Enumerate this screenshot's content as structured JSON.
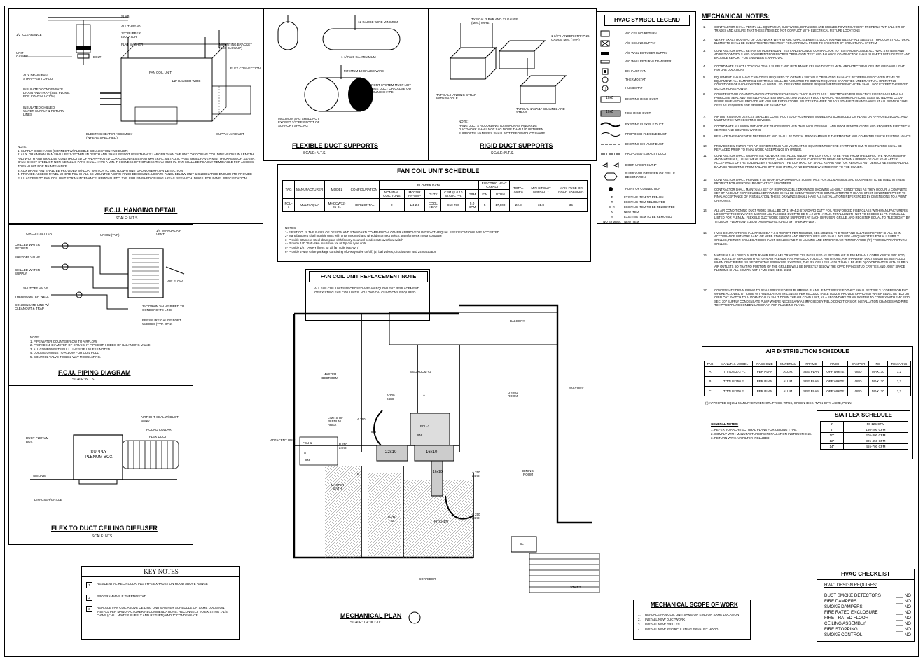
{
  "hanging": {
    "title": "F.C.U. HANGING DETAIL",
    "scale": "SCALE: N.T.S.",
    "labels": [
      "SLAB",
      "ALL THREAD",
      "1/2\" RUBBER ISOLATOR",
      "FLAT WASHER",
      "BOLT",
      "1/2\" CLEARANCE",
      "UNIT CASING",
      "MOUNTING BRACKET (SEE BLOWUP)",
      "FLEX CONNECTION",
      "FAN COIL UNIT",
      "1/2\" HANGER WIRE",
      "AUX DRAIN PAN STRAPPED TO FCU",
      "INSULATED CONDENSATE DRAIN AND TRAP (SEE PLUMB. FOR CONTINUATION)",
      "INSULATED CHILLED WATER SUPPLY & RETURN LINES",
      "ELECTRIC HEATER ASSEMBLY (WHERE SPECIFIED)",
      "SUPPLY AIR DUCT"
    ],
    "notes": "NOTE:\n1. SUPPLY DISCHARGE (CONNECT W/ FLEXIBLE CONNECTION AND DUCT)\n2. AUX. DRAIN PAN. PAN SHALL BE 1-1/2\" MIN. IN DEPTH AND SHALL BE NOT LESS THAN 3\" LARGER THAN THE UNIT OR COILING COIL DIMENSIONS IN LENGTH AND WIDTH AND SHALL BE CONSTRUCTED OF AN APPROVED CORROSION RESISTANT MATERIAL. METALLIC PANS SHALL HAVE A MIN. THICKNESS OF .0276 IN. GALV. SHEET STEEL OR NON-METALLIC PANS SHALL HAVE A MIN. THICKNESS OF NOT LESS THAN .0625 IN. PAN SHALL BE READILY REMOVABLE FOR ACCESS TO FAN UNIT FOR MAINTENANCE.\n3. AUX DRAIN PAN SHALL BE PROVIDED W/FLOAT SWITCH TO SHUTDOWN UNIT UPON OVERFLOW DETECTION.\n4. PROVIDE ACCESS PANEL WHERE FCU SHALL BE MOUNTED ABOVE FINISHED CEILING. LOCATE PANEL BELOW UNIT & SIZED LARGE ENOUGH TO PROVIDE FULL ACCESS TO FAN COIL UNIT FOR MAINTENANCE, REMOVAL ETC. TYP. FOR FINISHED CEILING AREAS. SEE ARCH. DWGS. FOR PANEL SPECIFICATION."
  },
  "flex_supports": {
    "title": "FLEXIBLE DUCT SUPPORTS",
    "scale": "SCALE: N.T.S.",
    "labels": [
      "12 GAUGE WIRE MINIMUM",
      "1-1/2\"x26 GA. MINIMUM",
      "MINIMUM 12 GAUGE WIRE",
      "SUPPORT SYSTEM MUST NOT DAMAGE DUCT OR CAUSE OUT OF ROUND SHAPE.",
      "MAXIMUM SAG SHALL NOT EXCEED 1/2\" PER FOOT OF SUPPORT SPACING"
    ]
  },
  "rigid_supports": {
    "title": "RIGID DUCT SUPPORTS",
    "scale": "SCALE: N.T.S.",
    "labels": [
      "TYPICAL 2 BAR AND 22 GAUGE (MIN.) WIRE",
      "1 1/2\" HANGER STRAP 26 GAUGE MIN. (TYP.)",
      "TYPICAL HANGING STRAP WITH SADDLE",
      "TYPICAL 1\"x2\"x1\" CHANNEL AND STRAP"
    ],
    "note": "NOTE:\nHANG DUCTS ACCORDING TO   SMACNA STANDARDS\nDUCTWORK  SHALL NOT SAG MORE THAN 1/2\" BETWEEN\nSUPPORTS. HANGERS   SHALL NOT DEFORM DUCT SHAPE"
  },
  "legend": {
    "title": "HVAC SYMBOL LEGEND",
    "items": [
      "A/C CEILING RETURN",
      "A/C CEILING SUPPLY",
      "A/C WALL DIFFUSER SUPPLY",
      "A/C WALL RETURN / TRANSFER",
      "EXHAUST FAN",
      "THERMOSTAT",
      "HUMIDSTAT",
      "EXISTING RIGID DUCT",
      "NEW RIGID DUCT",
      "EXISTING FLEXIBLE DUCT",
      "PROPOSED FLEXIBLE DUCT",
      "EXISTING EXHAUST DUCT",
      "PROPOSED EXHAUST DUCT",
      "DOOR UNDER CUT 1\"",
      "SUPPLY AIR DIFFUSER OR GRILLE DESIGNATION",
      "POINT OF CONNECTION"
    ],
    "duct_tags": [
      "10x8",
      "10x8"
    ],
    "codes": [
      {
        "code": "E",
        "desc": "EXISTING ITEM TO REMAIN"
      },
      {
        "code": "R",
        "desc": "EXISTING ITEM RELOCATED"
      },
      {
        "code": "E-R",
        "desc": "EXISTING ITEM TO BE RELOCATED"
      },
      {
        "code": "N",
        "desc": "NEW ITEM"
      },
      {
        "code": "M",
        "desc": "EXISTING ITEM TO BE REMOVED"
      },
      {
        "code": "NO SYMBOL",
        "desc": "NEW ITEM"
      }
    ]
  },
  "mech_notes": {
    "title": "MECHANICAL NOTES:",
    "items": [
      "CONTRACTOR SHALL VERIFY ALL EQUIPMENT, DUCTWORK, DIFFUSERS AND GRILLES TO WORK AND FIT PROPERLY WITH ALL OTHER TRADES AND ASSURE THAT THESE ITEMS DO NOT CONFLICT WITH ELECTRICAL FIXTURE LOCATIONS",
      "VERIFY EXACT ROUTING OF DUCTWORK WITH STRUCTURAL ELEMENTS. LOCATION AND SIZE OF ALL SLEEVES THROUGH STRUCTURAL ELEMENTS SHALL BE SUBMITTED TO ARCHITECT FOR APPROVAL PRIOR TO ERECTION OF STRUCTURAL SYSTEM",
      "CONTRACTOR SHALL RETAIN AN INDEPENDENT TEST AND BALANCE CONTRACTOR TO TEST AND BALANCE ALL HVAC SYSTEMS AND ADJUST CONTROLS AND EQUIPMENT FOR PROPER OPERATION. TEST AND BALANCE CONTRACTOR SHALL SUBMIT 3 SETS OF TEST AND BALANCE REPORT FOR ENGINEER'S APPROVAL",
      "COORDINATE EXACT LOCATION OF ALL SUPPLY AND RETURN AIR CEILING DEVICES WITH ARCHITECTURAL CEILING GRID AND LIGHT FIXTURE LOCATIONS",
      "EQUIPMENT SHALL HAVE CAPACITIES REQUIRED TO OBTAIN A SUITABLE OPERATING BALANCE BETWEEN ASSOCIATED ITEMS OF EQUIPMENT. ALL DAMPERS & CONTROLS SHALL BE ADJUSTED TO OBTAIN REQUIRED CAPACITIES UNDER ACTUAL OPERATING CONDITIONS OF EACH SYSTEMS AS INSTALLED. OPERATING POWER REQUIREMENTS FOR EACH ITEM SHALL NOT EXCEED THE RATED MOTOR HORSEPOWER",
      "CONSTRUCT AIR CONDITIONING DUCTWORK FROM 1 INCH THICK R-4.2 CLASS 1 DUCTBOARD PER SMACNA'S FIBERGLASS MANUAL. FABRICATE SEAL AND INSTALL PER LATEST SMACNA LOW VELOCITY DUCT MANUAL RECOMMENDATIONS. SIZES NOTED ARE CLEAR INSIDE DIMENSIONS. PROVIDE AIR VOLUME EXTRACTORS, SPLITTER DAMPER OR ADJUSTABLE TURNING VANES AT ALL BRANCH TAKE-OFFS AS REQUIRED FOR PROPER AIR BALANCING.",
      "AIR DISTRIBUTION DEVICES SHALL BE CONSTRUCTED OF ALUMINUM. MODELS AS SCHEDULED ON PLANS OR APPROVED EQUAL. AND MUST MATCH WITH EXISTING DEVICES.",
      "COORDINATE ALL WORK WITH OTHER TRADES INVOLVED. THIS INCLUDES WALL AND ROOF PENETRATIONS AND REQUIRED ELECTRICAL SERVICE AND CONTROL WIRING",
      "REPLACE THERMOSTAT IF NECESSARY AND SHALL BE DIGITAL PROGRAMMABLE THERMOSTAT AND COMPATIBLE WITH EXISTING HVAC'S",
      "PROVIDE NEW FILTER FOR AIR CONDITIONING AND VENTILATING EQUIPMENT BEFORE STARTING THEM. THESE FILTERS SHALL BE REPLACED PRIOR TO FINAL WORK ACCEPTANCE BY OWNER.",
      "CONTRACTOR SHALL GUARANTEE ALL WORK INSTALLED UNDER THE CONTRACT TO BE FREE FROM THE DEFECTIVE WORKMANSHIP AND MATERIALS, USUAL WEAR EXCEPTED, AND SHOULD ANY SUCH DEFECTS DEVELOP WITHIN A PERIOD OF ONE YEAR AFTER ACCEPTANCE OF THE BUILDING BY THE OWNER, THE CONTRACTOR SHALL REPAIR AND / OR REPLACE ANY DEFECTIVE ITEMS AND ALL DAMAGE RESULTING FROM FAILURE OF THESE ITEMS, AT NO EXPENSE WHATSOEVER TO THE OWNER.",
      "CONTRACTOR SHALL PROVIDE 6 SETS OF SHOP DRAWINGS SUBMITTALS FOR ALL MATERIAL AND EQUIPMENT TO BE USED IN THESE PROJECT FOR APPROVAL BY ARCHITECT / ENGINEER.",
      "CONTRACTOR SHALL MAINTAIN A SET OF REPRODUCIBLE DRAWINGS SHOWING AS-BUILT CONDITIONS AS THEY OCCUR. A COMPLETE SET OF AS-BUILT REPRODUCIBLE DRAWINGS SHALL BE SUBMITTED BY THE CONTRACTOR TO THE ARCHITECT / ENGINEER PRIOR TO FINAL ACCEPTANCE OF INSTALLATION. THESE DRAWINGS SHALL HAVE ALL INSTALLATIONS REFERENCED BY DIMENSIONS TO A POINT OR POINTS.",
      "ALL AIR CONDITIONING DUCT WORK SHALL BE OF 1\" (R-4.2) STANDARD DUTY FOIL REINFORCED FIBERGLASS WITH MANUFACTURER'S LOGO PRINTED ON VAPOR BARRIER ALL FLEXIBLE DUCT TO BE R-4.2 WITH A MAX. TOTAL LENGTH NOT TO EXCEED 15 FT. INSTALL UL LISTED FOR PLENUM. FLEXIBLE DUCTWORK ELBOW SUPPORTS AT EACH DIFFUSER, GRILLE, AND REGISTER EQUAL TO \"FLEXRIGHT\" BY TITUS OR \"FLEXFLOW ELBOW\" AS MANUFACTURED BY \"THERMAFLEX\".",
      "HVAC CONTRACTOR SHALL PROVIDE A T & B REPORT PER FBC 2020, SEC.503.2.9.1. THE TEST AND BALANCE REPORT SHALL BE IN ACCORDANCE WITH THE AABC OR NEBB STANDARDS AND PROCEDURES AND SHALL INCLUDE AIR QUANTITIES FOR ALL SUPPLY GRILLES, RETURN GRILLES AND EXHAUST GRILLES AND THE LEAVING AND ENTERING AIR TEMPERATURE (°F) FROM SUPPLY/RETURN GRILLES.",
      "MATERIALS ALLOWED IN RETURN AIR PLENUMS OR ABOVE CEILINGS USED AS RETURN AIR PLENUM SHALL COMPLY WITH FMC 2020, SEC. 602.2.1. IF SPACE WITH RETURN AIR PLENUM HAS ANY DECK TO DECK PARTITIONS, AIR TRANSFER DUCTS MUST BE INSTALLED. WHEN CPVC PIPING IS USED FOR THE SPRINKLER SYSTEMS, THE R/A GRILLES LAYOUT SHALL BE (FIELD) COORDINATED WITH SUPPLY AIR OUTLETS SO THAT NO PORTION OF THE GRILLES WILL BE DIRECTLY BELOW THE CPVC PIPING STUD CAVITIES AND JOIST SPACE PLENUMS SHALL COMPLY WITH FMC 2020, SEC. 602.3.",
      "CONDENSATE DRAIN PIPING TO BE AS SPECIFIED PER PLUMBING PLANS. IF NOT SPECIFIED THEY SHALL BE TYPE \"L\" COPPER OR PVC WHERE ALLOWED BY CODE WITH INSULATION THICKNESS PER FEC 2020 TABLE 503.2.8. PROVIDE APPROVED WATER LEVEL DETECTOR OR FLOAT SWITCH TO AUTOMATICALLY SHUT DOWN THE AIR COND. UNIT, AS A SECONDARY DRAIN SYSTEM TO COMPLY WITH FMC 2020, SEC. 307 SUPPLY CONDENSATE PUMP WHERE NECESSARY AS IMPOSED BY FIELD CONDITIONS OR INSTALLATION CHANGES AND PIPE TO APPROPRIATE CONDENSATE DRAIN PER PLUMBING PLANS."
    ]
  },
  "fcu_schedule": {
    "title": "FAN COIL UNIT SCHEDULE",
    "headers": [
      "TAG",
      "MANUFACTURER",
      "MODEL",
      "CONFIGURATION",
      "NOMINAL COIL TONS",
      "MOTOR HP-AMP",
      "DUTY",
      "CFM @ 0.10 STATIC PR.",
      "GPM",
      "KW",
      "BTUH",
      "TOTAL AMPS",
      "MIN CIRCUIT AMPACITY",
      "MAX. FUSE OR HACR BREAKER"
    ],
    "group_headers": [
      "BLOWER DATA",
      "ELECTRIC HEAT CAPACITY"
    ],
    "row": [
      "FCU-1",
      "MULTI AQUA",
      "MHCCW12-05-01",
      "HORIZONTAL",
      "2",
      "1/4-2.0",
      "COOL HEAT",
      "810 730",
      "5.0 GPM",
      "5",
      "17,000",
      "22.8",
      "31.8",
      "35"
    ],
    "notes": "NOTES:\n1- FIRST CO. IS THE BASIS OF DESIGN AND STANDARD COMPARISON. OTHER APPROVED UNITS WITH EQUAL SPECIFICATIONS ARE ACCEPTED\n2- Manufacturers shall provide units with units mounted and wired disconnect switch, transformer & motor contactor\n3- Provide Stainless Steel drain pans with factory mounted condensate overflow switch\n4- Provide 1/2\" \"Soft-Skin Insulation for all flip coil type units\n5- Provide 1/2\" TAMKY filters for all fan coils (MERV 7)\n6- Provide 2-way valve package consisting of 2-way valve on/off, (2) ball valves, circuit setter and 24 v actuator"
  },
  "replacement_note": {
    "title": "FAN COIL UNIT REPLACEMENT NOTE",
    "text": "ALL FAN COIL UNITS PROPOSED ARE AN EQUIVALENT REPLACEMENT OF EXISTING FAN COIL UNITS. NO LOAD CALCULATIONS REQUIRED"
  },
  "piping": {
    "title": "F.C.U. PIPING DIAGRAM",
    "scale": "SCALE: N.T.S.",
    "labels": [
      "CIRCUIT SETTER",
      "CHILLED WATER RETURN",
      "SHUTOFF VALVE",
      "CHILLED WATER SUPPLY",
      "SHUTOFF VALVE",
      "THERMOMETER WELL",
      "CONDENSATE LINE W/ CLEANOUT & TRAP",
      "UNION (TYP)",
      "1/4\" MANUAL AIR VENT",
      "AIR FLOW",
      "3/4\" DRAIN VALVE PIPED TO CONDENSATE LINE",
      "PRESSURE GAUGE PORT W/COCK (TYP. OF 2)"
    ],
    "notes": "NOTE:\n1. PIPE WATER COUNTERFLOW TO AIRFLOW.\n2. PROVIDE 4' DIAMETER OF STRAIGHT PIPE BOTH SIDES OF BALANCING VALVE\n3. ALL COMPONENTS FULL LINE SIZE UNLESS NOTED.\n4. LOCATE UNIONS TO ALLOW FOR COIL PULL.\n5. CONTROL VALVE TO BE 2-WAY MODULATING."
  },
  "flex_diffuser": {
    "title": "FLEX TO DUCT CEILING DIFFUSER",
    "scale": "SCALE: NTS",
    "labels": [
      "AIRTIGHT SEAL W/ DUCT BAND",
      "ROUND COLLAR",
      "FLEX DUCT",
      "DUCT PLENUM BOX",
      "SUPPLY PLENUM BOX",
      "CEILING",
      "DIFFUSER/GRILLE"
    ]
  },
  "plan": {
    "title": "MECHANICAL PLAN",
    "scale": "SCALE: 1/4\" = 1'-0\"",
    "rooms": [
      "BALCONY",
      "MASTER BEDROOM",
      "BEDROOM #2",
      "BALCONY",
      "LIVING ROOM",
      "DINING ROOM",
      "MASTER BATH",
      "BATH #2",
      "KITCHEN",
      "CL",
      "STAIRS",
      "CORRIDOR",
      "ADJACENT UNIT",
      "LIMITS OF PLENUM AREA"
    ],
    "duct_sizes": [
      "22x10",
      "16x10",
      "16x10",
      "8x8",
      "8x8",
      "8x8"
    ],
    "diffusers": [
      "A 200 24X8",
      "A 250",
      "B 250 24X8",
      "A 250 24X8",
      "A 250 24X8",
      "A",
      "A",
      "B"
    ],
    "equipment": [
      "FCU-1",
      "FCU-1"
    ]
  },
  "key_notes": {
    "title": "KEY NOTES",
    "items": [
      {
        "n": "1",
        "text": "RESIDENTIAL RECIRCULATING TYPE EXHAUST ON HOOD ABOVE RANGE"
      },
      {
        "n": "2",
        "text": "PROGRAMMABLE THERMOSTAT"
      },
      {
        "n": "3",
        "text": "REPLACE FAN COIL ABOVE CEILING UNITS AS PER SCHEDULE ON SAME LOCATION. INSTALL PER MANUFACTURER RECOMMENDATIONS. RECONNECT TO EXISTING 1-1/4\" CHWS (CHILL WATER SUPPLY AND RETURN) AND 1\" CONDENSATE"
      }
    ]
  },
  "scope": {
    "title": "MECHANICAL SCOPE OF WORK",
    "items": [
      "REPLACE FAN COIL UNIT SAME ON KIND ON SAME LOCATION",
      "INSTALL NEW DUCTWORK",
      "INSTALL NEW GRILLES",
      "INSTALL NEW RECIRCULATING EXHAUST HOOD"
    ]
  },
  "air_dist": {
    "title": "AIR DISTRIBUTION SCHEDULE",
    "headers": [
      "TAG",
      "MANUF. & MODEL",
      "FACE SIZE",
      "MATERIAL",
      "FRAME",
      "FINISH",
      "DAMPER",
      "NC",
      "REMARKS"
    ],
    "rows": [
      [
        "A",
        "TITTUS 272 FL",
        "PER PLAN",
        "ALUM.",
        "SEE PLAN",
        "OFF WHITE",
        "OBD",
        "MAX. 30",
        "1,2"
      ],
      [
        "B",
        "TITTUS 350 FL",
        "PER PLAN",
        "ALUM.",
        "SEE PLAN",
        "OFF WHITE",
        "OBD",
        "MAX. 30",
        "1,2"
      ],
      [
        "C",
        "TITTUS 300 FL",
        "PER PLAN",
        "ALUM.",
        "SEE PLAN",
        "OFF WHITE",
        "OBD",
        "MAX. 30",
        "1,2"
      ]
    ],
    "footnote": "(*) APPROVED EQUAL MANUFACTURER: GTL PRICE, TITUS, GREENHECK, TWIN-CITY, ACME, PENN",
    "general_title": "GENERAL NOTES:",
    "general": [
      "1. REFER TO ARCHITECTURAL PLANS FOR CEILING TYPE.",
      "2. COMPLY WITH MANUFACTURER'S INSTALLATION INSTRUCTIONS.",
      "3. RETURN WITH AIR FILTER INCLUDED"
    ]
  },
  "sa_flex": {
    "title": "S/A FLEX SCHEDULE",
    "rows": [
      [
        "6\"",
        "50-125 CFM"
      ],
      [
        "8\"",
        "130-200 CFM"
      ],
      [
        "10\"",
        "205-300 CFM"
      ],
      [
        "12\"",
        "305-450 CFM"
      ],
      [
        "14\"",
        "455-700 CFM"
      ]
    ]
  },
  "checklist": {
    "title": "HVAC CHECKLIST",
    "subtitle": "HVAC DESIGN REQUIRES:",
    "items": [
      {
        "label": "DUCT SMOKE DETECTORS",
        "value": "NO"
      },
      {
        "label": "FIRE DAMPERS",
        "value": "NO"
      },
      {
        "label": "SMOKE DAMPERS",
        "value": "NO"
      },
      {
        "label": "FIRE RATED ENCLOSURE",
        "value": "NO"
      },
      {
        "label": "FIRE - RATED FLOOR",
        "value": "NO"
      },
      {
        "label": "CEILING ASSEMBLY",
        "value": "NO"
      },
      {
        "label": "FIRE STOPPING",
        "value": "NO"
      },
      {
        "label": "SMOKE CONTROL",
        "value": "NO"
      }
    ]
  }
}
